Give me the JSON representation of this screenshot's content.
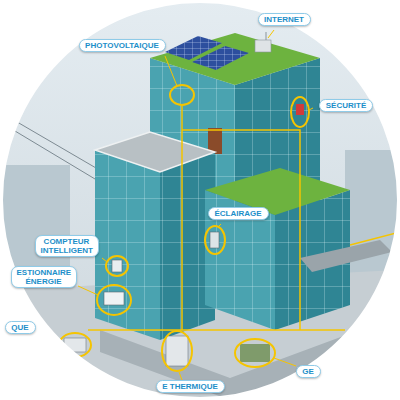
{
  "diagram": {
    "nodes": [
      {
        "text": [
          "PHOTOVOLTAIQUE"
        ]
      },
      {
        "text": [
          "INTERNET"
        ]
      },
      {
        "text": [
          "SÉCURITÉ"
        ]
      },
      {
        "text": [
          "ÉCLAIRAGE"
        ]
      },
      {
        "text": [
          "COMPTEUR INTELLIGENT"
        ]
      },
      {
        "text": [
          "ESTIONNAIRE ÉNERGIE"
        ]
      },
      {
        "text": [
          "QUE"
        ]
      },
      {
        "text": [
          "GE"
        ]
      },
      {
        "text": [
          "E THERMIQUE"
        ]
      }
    ]
  }
}
